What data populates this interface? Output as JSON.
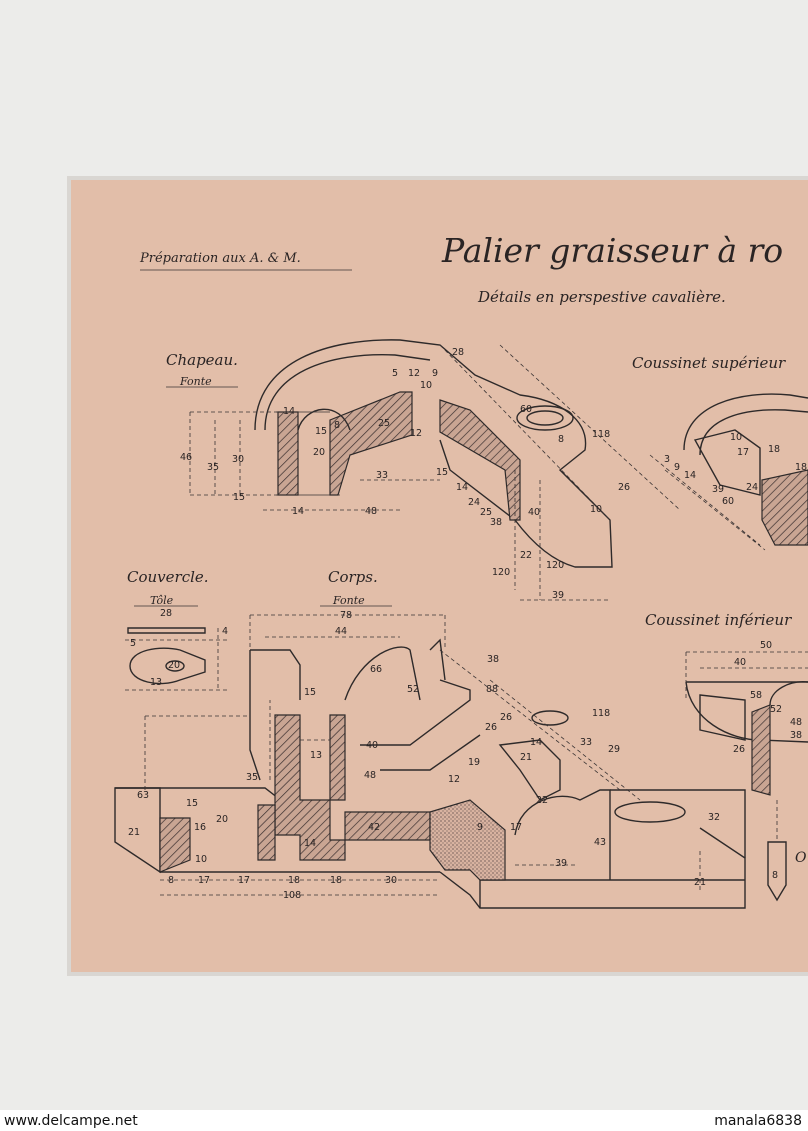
{
  "sheet": {
    "header": "Préparation aux A. & M.",
    "title": "Palier graisseur à ro",
    "subtitle": "Détails en perspestive cavalière."
  },
  "parts": {
    "chapeau": {
      "name": "Chapeau.",
      "material": "Fonte"
    },
    "coussinet_superieur": {
      "name": "Coussinet supérieur"
    },
    "couvercle": {
      "name": "Couvercle.",
      "material": "Tôle"
    },
    "corps": {
      "name": "Corps.",
      "material": "Fonte"
    },
    "coussinet_inferieur": {
      "name": "Coussinet inférieur"
    }
  },
  "dimensions": {
    "chapeau": [
      "28",
      "5",
      "12",
      "9",
      "10",
      "14",
      "12",
      "46",
      "35",
      "30",
      "15",
      "14",
      "48",
      "33",
      "15",
      "14",
      "24",
      "25",
      "38",
      "26",
      "40",
      "10",
      "22",
      "120",
      "120",
      "39",
      "8",
      "118",
      "60",
      "15",
      "8",
      "20",
      "25"
    ],
    "coussinet_superieur": [
      "18",
      "17",
      "18",
      "10",
      "24",
      "3",
      "9",
      "14",
      "39",
      "60"
    ],
    "couvercle": [
      "28",
      "5",
      "20",
      "4",
      "13"
    ],
    "corps": [
      "78",
      "44",
      "66",
      "52",
      "15",
      "38",
      "88",
      "118",
      "26",
      "26",
      "29",
      "14",
      "33",
      "40",
      "35",
      "48",
      "13",
      "12",
      "19",
      "21",
      "15",
      "20",
      "16",
      "14",
      "9",
      "17",
      "22",
      "43",
      "39",
      "10",
      "21",
      "63",
      "8",
      "17",
      "17",
      "18",
      "18",
      "30",
      "108",
      "21",
      "42",
      "32"
    ],
    "coussinet_inferieur": [
      "50",
      "40",
      "58",
      "52",
      "48",
      "38",
      "26",
      "8"
    ]
  },
  "watermark": {
    "left": "www.delcampe.net",
    "right": "manala6838"
  }
}
